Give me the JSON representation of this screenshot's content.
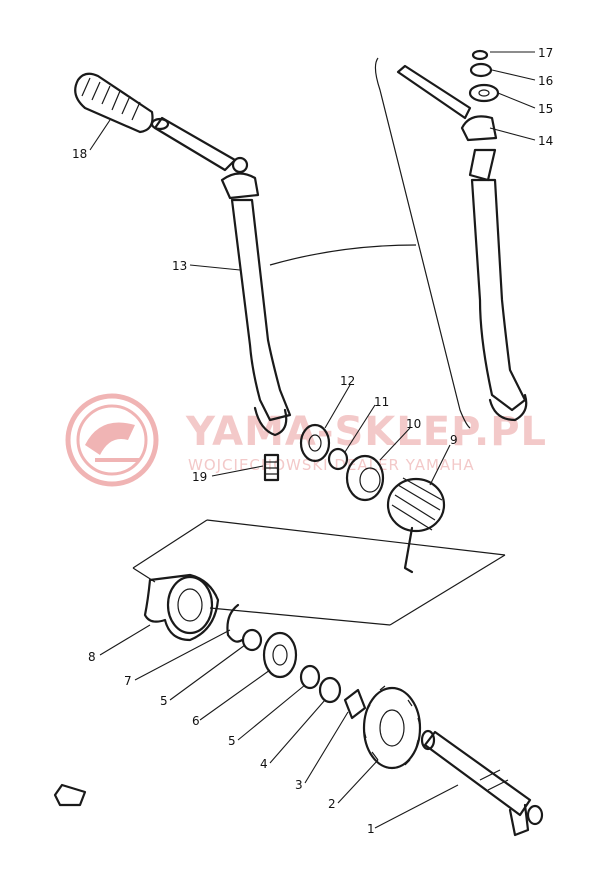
{
  "watermark": {
    "brand": "YAMA-SKLEP.PL",
    "tagline": "WOJCIECHOWSKI DEALER YAMAHA",
    "logo_color": "#e05a5a"
  },
  "callouts": [
    "1",
    "2",
    "3",
    "4",
    "5",
    "6",
    "5",
    "7",
    "8",
    "9",
    "10",
    "11",
    "12",
    "13",
    "14",
    "15",
    "16",
    "17",
    "18",
    "19"
  ],
  "colors": {
    "ink": "#1a1a1a",
    "background": "#ffffff",
    "watermark": "#f3c9c9"
  }
}
